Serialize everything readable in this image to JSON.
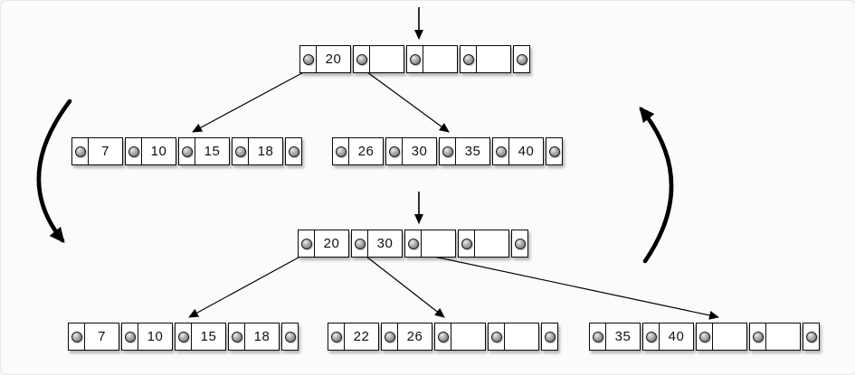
{
  "diagram": {
    "kind": "btree-node-split",
    "before_tree": {
      "root": {
        "keys": [
          "20",
          "",
          "",
          ""
        ]
      },
      "children": [
        {
          "keys": [
            "7",
            "10",
            "15",
            "18"
          ]
        },
        {
          "keys": [
            "26",
            "30",
            "35",
            "40"
          ]
        }
      ]
    },
    "after_tree": {
      "root": {
        "keys": [
          "20",
          "30",
          "",
          ""
        ]
      },
      "children": [
        {
          "keys": [
            "7",
            "10",
            "15",
            "18"
          ]
        },
        {
          "keys": [
            "22",
            "26",
            "",
            ""
          ]
        },
        {
          "keys": [
            "35",
            "40",
            "",
            ""
          ]
        }
      ]
    },
    "colors": {
      "background": "#fbfbfb",
      "node_fill": "#ffffff",
      "node_border": "#0a0a0a",
      "pointer_dot": "#8f8f8f",
      "arrow": "#000000"
    }
  }
}
